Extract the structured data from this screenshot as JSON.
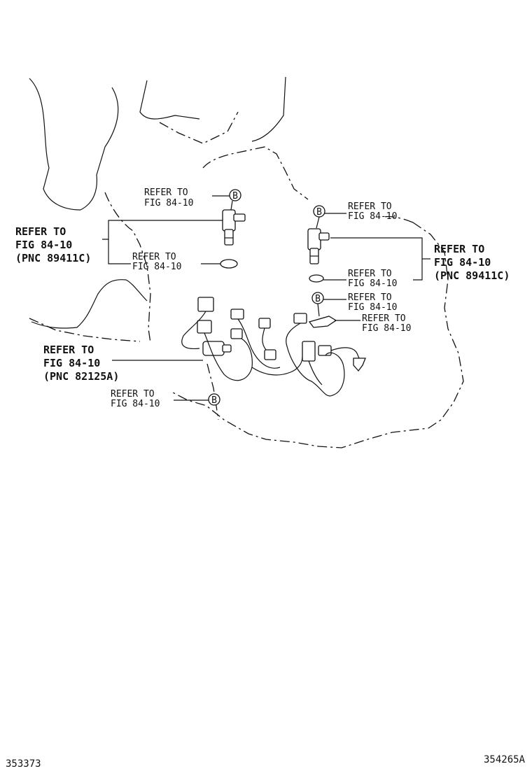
{
  "callouts": {
    "cam_sensor_left": {
      "line1": "REFER TO",
      "line2": "FIG 84-10",
      "line3": "(PNC 89411C)"
    },
    "cam_sensor_right": {
      "line1": "REFER TO",
      "line2": "FIG 84-10",
      "line3": "(PNC 89411C)"
    },
    "wire_harness": {
      "line1": "REFER TO",
      "line2": "FIG 84-10",
      "line3": "(PNC 82125A)"
    },
    "bolt_left_top": {
      "line1": "REFER TO",
      "line2": "FIG 84-10"
    },
    "oring_left": {
      "line1": "REFER TO",
      "line2": "FIG 84-10"
    },
    "bolt_right_top": {
      "line1": "REFER TO",
      "line2": "FIG 84-10"
    },
    "oring_right": {
      "line1": "REFER TO",
      "line2": "FIG 84-10"
    },
    "bolt_right_mid": {
      "line1": "REFER TO",
      "line2": "FIG 84-10"
    },
    "bracket_right": {
      "line1": "REFER TO",
      "line2": "FIG 84-10"
    },
    "bolt_bottom": {
      "line1": "REFER TO",
      "line2": "FIG 84-10"
    }
  },
  "bolt_marker": "B",
  "footer": {
    "left_code": "353373",
    "right_code": "354265A"
  }
}
